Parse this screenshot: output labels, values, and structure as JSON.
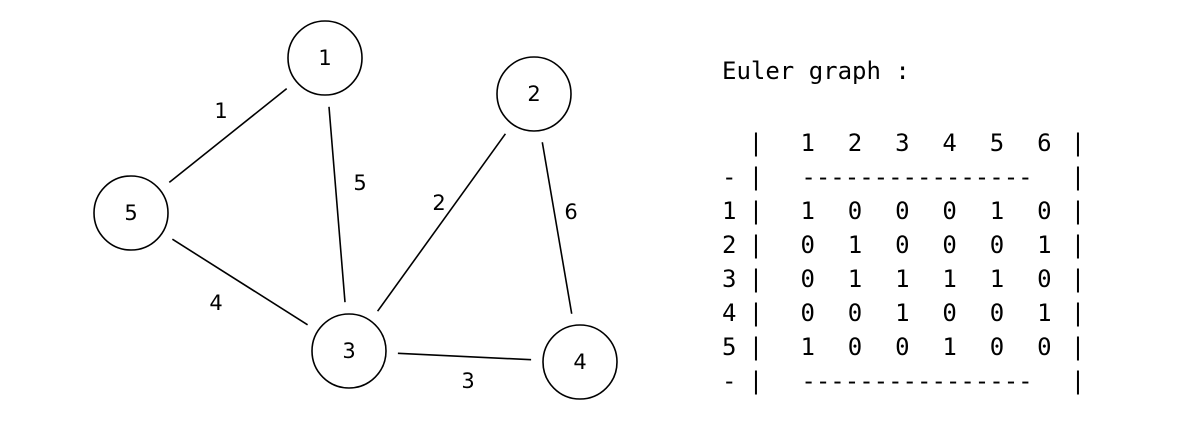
{
  "graph": {
    "nodes": [
      {
        "id": "1",
        "label": "1"
      },
      {
        "id": "2",
        "label": "2"
      },
      {
        "id": "3",
        "label": "3"
      },
      {
        "id": "4",
        "label": "4"
      },
      {
        "id": "5",
        "label": "5"
      }
    ],
    "edges": [
      {
        "id": "1",
        "from": "5",
        "to": "1",
        "label": "1"
      },
      {
        "id": "2",
        "from": "3",
        "to": "2",
        "label": "2"
      },
      {
        "id": "3",
        "from": "3",
        "to": "4",
        "label": "3"
      },
      {
        "id": "4",
        "from": "5",
        "to": "3",
        "label": "4"
      },
      {
        "id": "5",
        "from": "1",
        "to": "3",
        "label": "5"
      },
      {
        "id": "6",
        "from": "2",
        "to": "4",
        "label": "6"
      }
    ]
  },
  "matrix": {
    "title": "Euler graph :",
    "separator": "|",
    "dash_label": "-",
    "dash_line": "----------------",
    "columns": [
      "1",
      "2",
      "3",
      "4",
      "5",
      "6"
    ],
    "rows": [
      {
        "label": "1",
        "cells": [
          "1",
          "0",
          "0",
          "0",
          "1",
          "0"
        ]
      },
      {
        "label": "2",
        "cells": [
          "0",
          "1",
          "0",
          "0",
          "0",
          "1"
        ]
      },
      {
        "label": "3",
        "cells": [
          "0",
          "1",
          "1",
          "1",
          "1",
          "0"
        ]
      },
      {
        "label": "4",
        "cells": [
          "0",
          "0",
          "1",
          "0",
          "0",
          "1"
        ]
      },
      {
        "label": "5",
        "cells": [
          "1",
          "0",
          "0",
          "1",
          "0",
          "0"
        ]
      }
    ]
  }
}
